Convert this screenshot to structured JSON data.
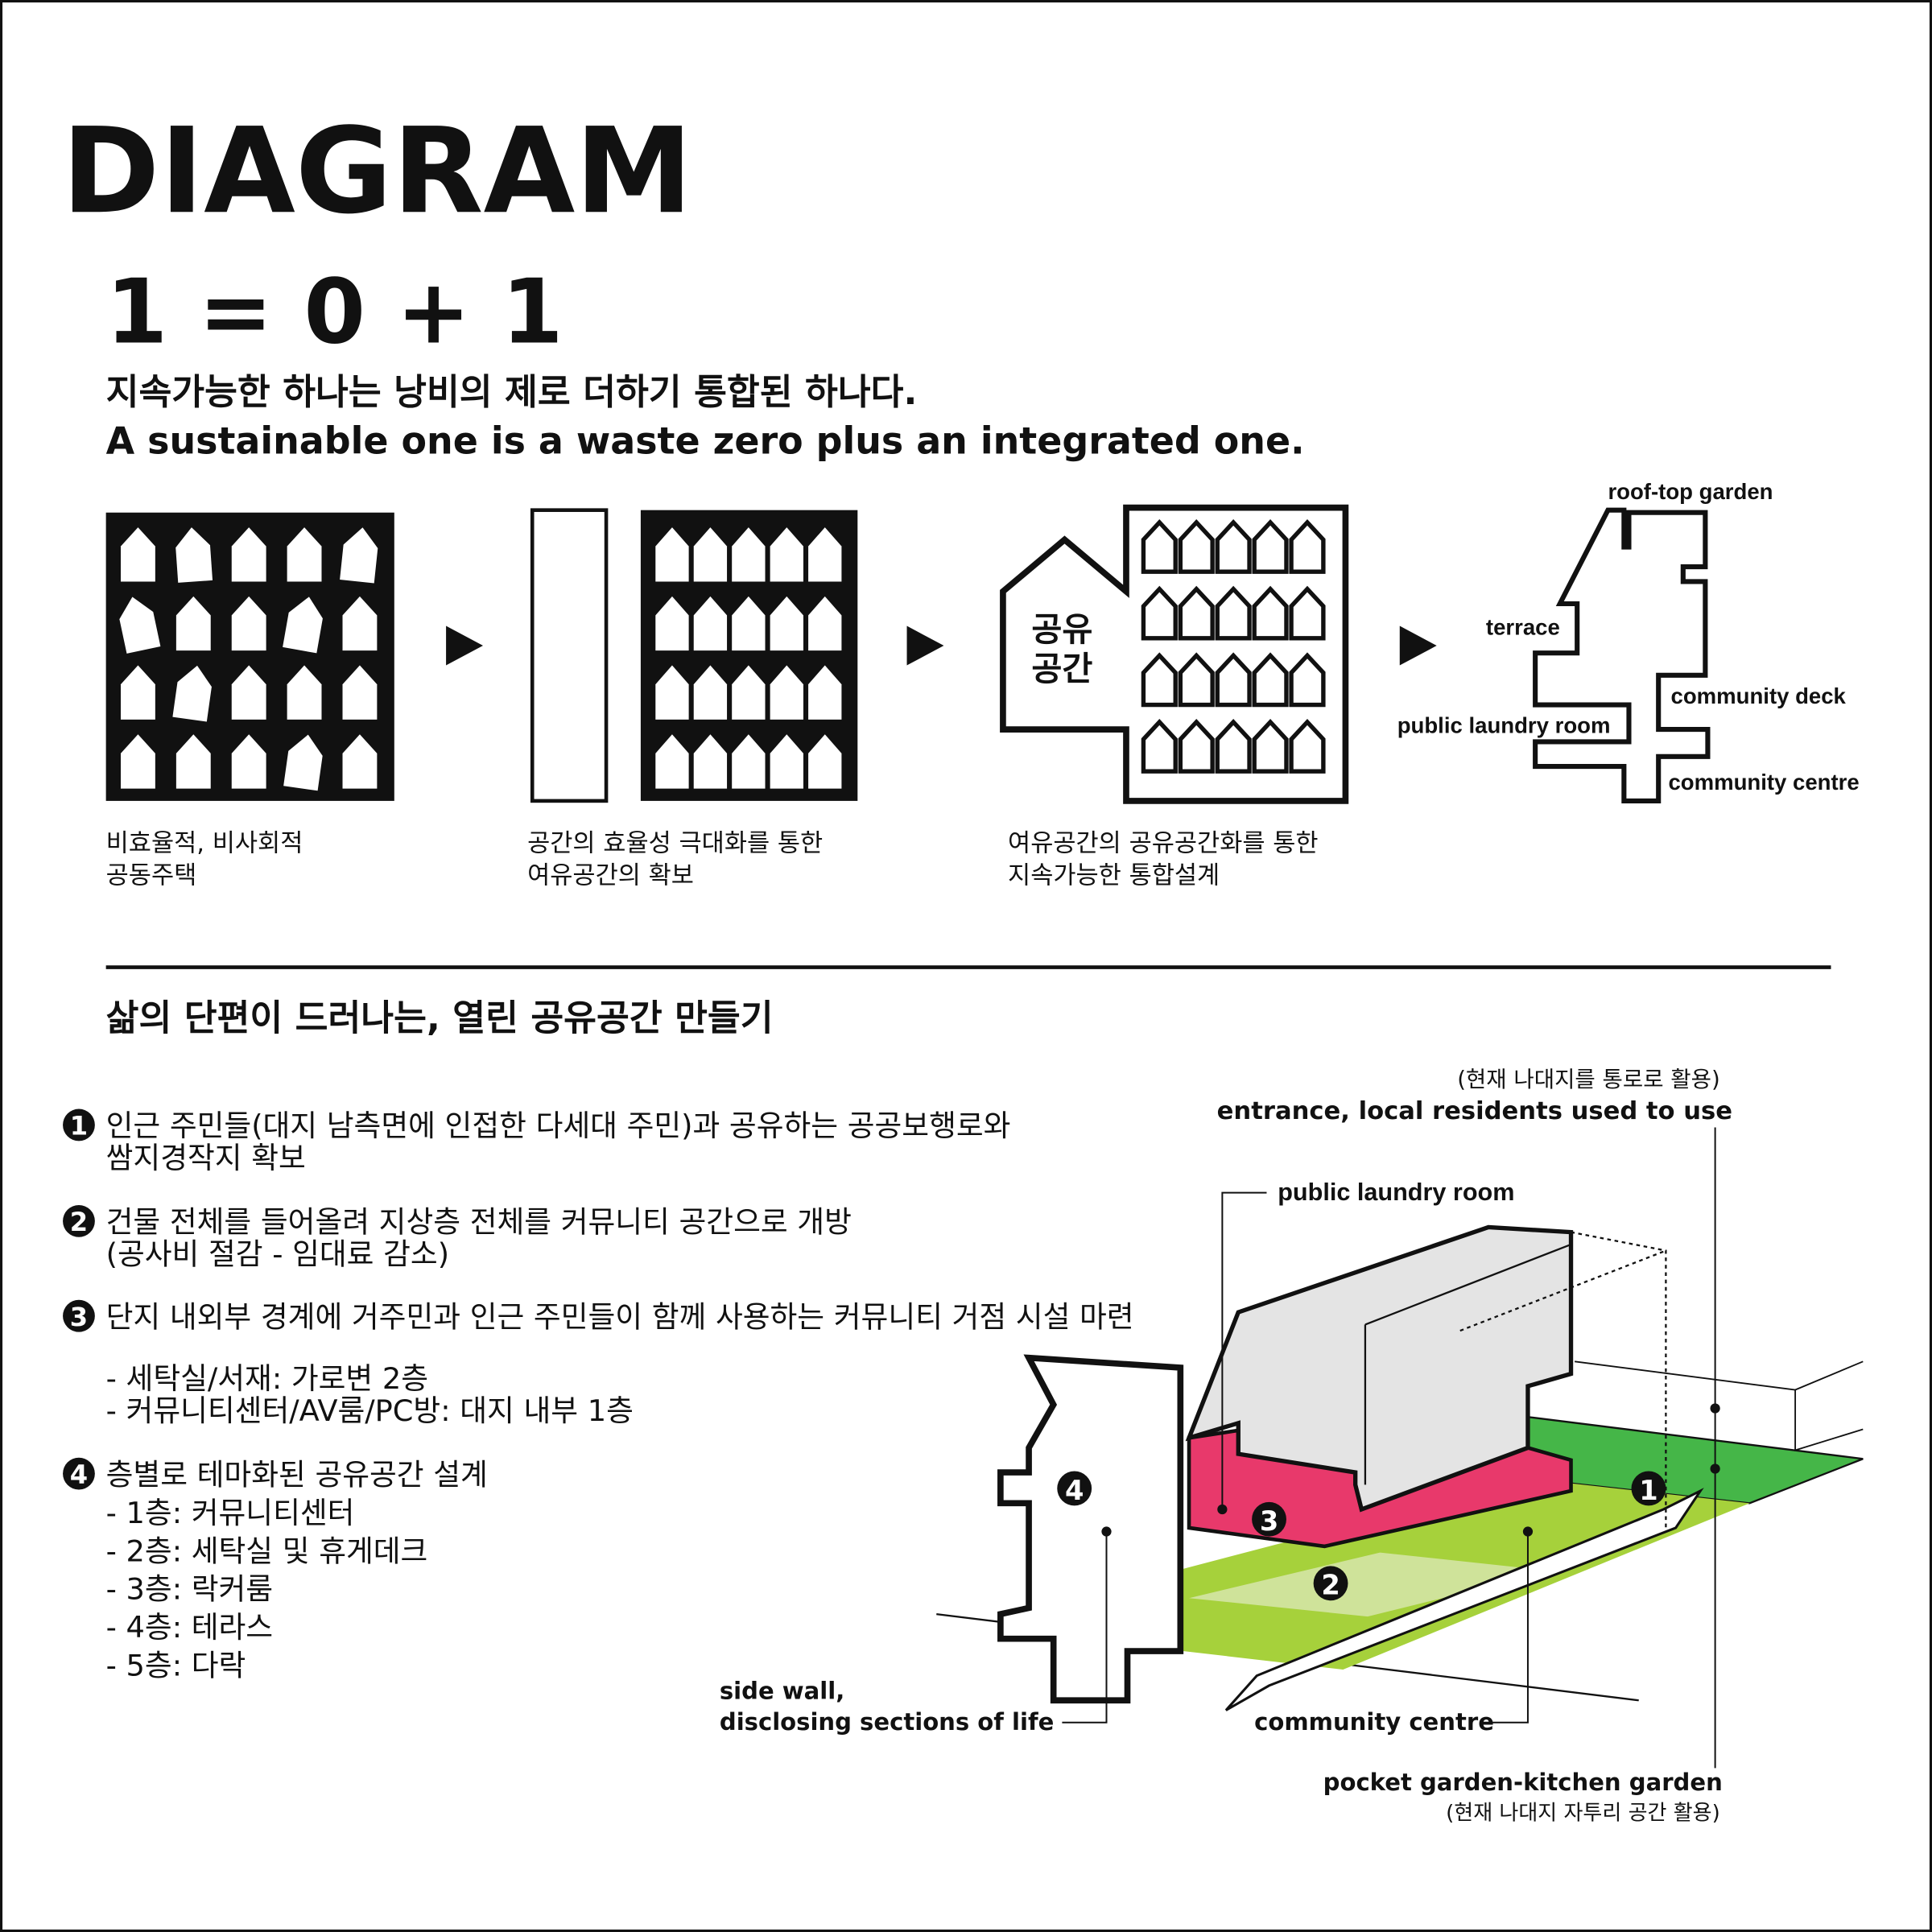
{
  "title": "DIAGRAM",
  "formula": "1 = 0 + 1",
  "subtitle_ko": "지속가능한 하나는 낭비의 제로 더하기 통합된 하나다.",
  "subtitle_en": "A sustainable one is a waste zero plus an integrated one.",
  "steps": [
    {
      "caption": [
        "비효율적, 비사회적",
        "공동주택"
      ]
    },
    {
      "caption": [
        "공간의 효율성 극대화를 통한",
        "여유공간의 확보"
      ]
    },
    {
      "caption": [
        "여유공간의 공유공간화를 통한",
        "지속가능한 통합설계"
      ],
      "shared_label": [
        "공유",
        "공간"
      ]
    },
    {
      "labels": {
        "roof": "roof-top garden",
        "terrace": "terrace",
        "deck": "community deck",
        "laundry": "public laundry room",
        "centre": "community centre"
      }
    }
  ],
  "section_heading": "삶의 단편이 드러나는, 열린 공유공간 만들기",
  "items": [
    {
      "num": "1",
      "lines": [
        "인근 주민들(대지 남측면에 인접한 다세대 주민)과 공유하는 공공보행로와",
        "쌈지경작지 확보"
      ]
    },
    {
      "num": "2",
      "lines": [
        "건물 전체를 들어올려 지상층 전체를 커뮤니티 공간으로 개방",
        "(공사비 절감 - 임대료 감소)"
      ]
    },
    {
      "num": "3",
      "lines": [
        "단지 내외부 경계에 거주민과 인근 주민들이 함께  사용하는 커뮤니티 거점 시설 마련",
        "",
        "- 세탁실/서재: 가로변 2층",
        "- 커뮤니티센터/AV룸/PC방: 대지 내부 1층"
      ]
    },
    {
      "num": "4",
      "lines": [
        "층별로 테마화된 공유공간 설계",
        "- 1층: 커뮤니티센터",
        "- 2층: 세탁실 및 휴게데크",
        "- 3층: 락커룸",
        "- 4층: 테라스",
        "- 5층: 다락"
      ]
    }
  ],
  "annotations": {
    "entrance_ko": "(현재 나대지를 통로로 활용)",
    "entrance_en": "entrance, local residents used to use",
    "laundry": "public laundry room",
    "side_wall": [
      "side wall,",
      "disclosing sections of life"
    ],
    "centre": "community centre",
    "pocket_en": "pocket garden-kitchen garden",
    "pocket_ko": "(현재 나대지 자투리 공간 활용)"
  },
  "colors": {
    "pink": "#e8396b",
    "green": "#45b648",
    "lime": "#a6d13b",
    "pale": "#cfe39a",
    "grey": "#e4e4e4"
  }
}
